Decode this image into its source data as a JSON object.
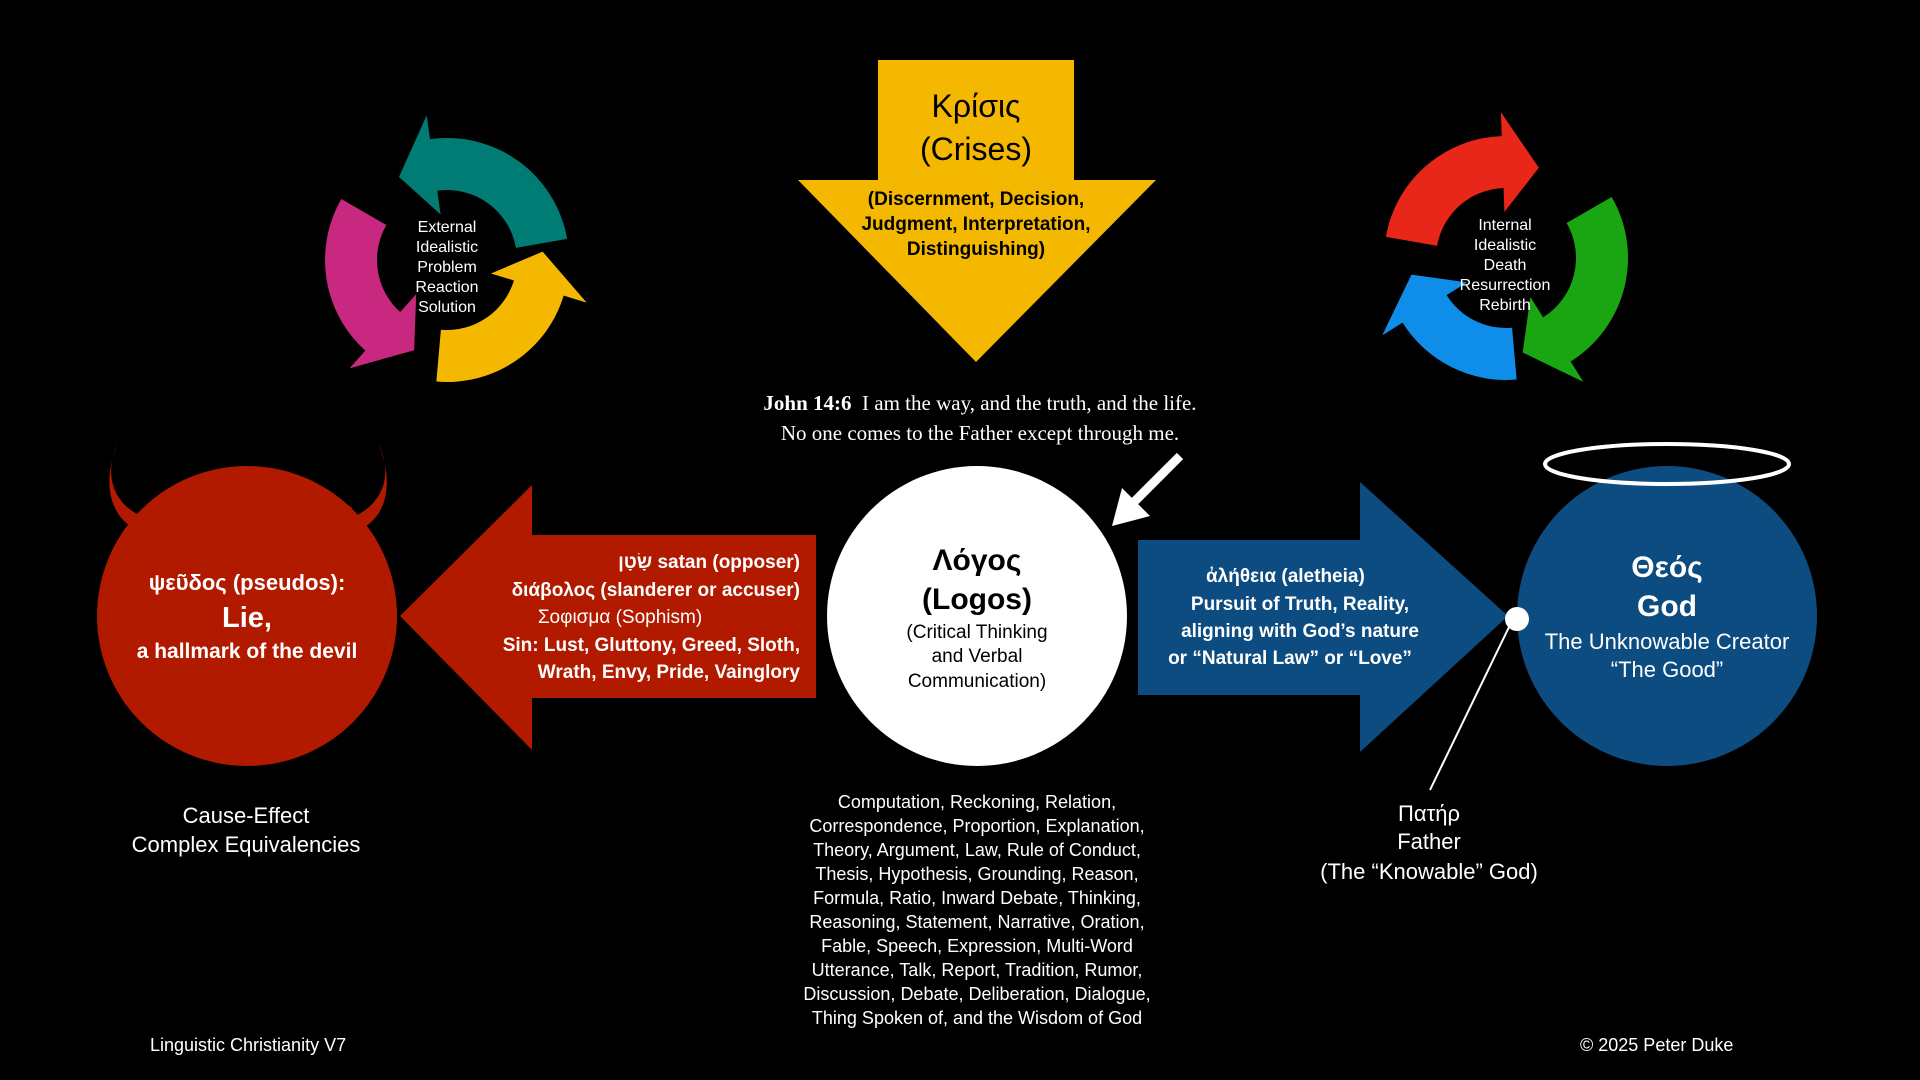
{
  "crisis": {
    "greek": "Κρίσις",
    "english": "(Crises)",
    "desc": [
      "(Discernment, Decision,",
      "Judgment, Interpretation,",
      "Distinguishing)"
    ]
  },
  "left_cycle": {
    "lines": [
      "External",
      "Idealistic",
      "Problem",
      "Reaction",
      "Solution"
    ],
    "colors": [
      "#007c74",
      "#c8287f",
      "#f5b800"
    ]
  },
  "right_cycle": {
    "lines": [
      "Internal",
      "Idealistic",
      "Death",
      "Resurrection",
      "Rebirth"
    ],
    "colors": [
      "#e8261a",
      "#1aa512",
      "#0e8ee8"
    ]
  },
  "scripture": {
    "reference": "John 14:6",
    "line1": "I am the way, and the truth, and the life.",
    "line2": "No one comes to the Father except through me."
  },
  "devil": {
    "line1": "ψεῦδος (pseudos):",
    "line2": "Lie,",
    "line3": "a hallmark of the devil",
    "color": "#b21a00"
  },
  "left_arrow": {
    "lines": [
      "שָׂטָן satan (opposer)",
      "διάβολος (slanderer or accuser)",
      "Σοφισμα (Sophism)",
      "Sin: Lust, Gluttony, Greed, Sloth,",
      "Wrath, Envy, Pride, Vainglory"
    ]
  },
  "logos": {
    "greek": "Λόγος",
    "english": "(Logos)",
    "desc": [
      "(Critical Thinking",
      "and Verbal",
      "Communication)"
    ]
  },
  "right_arrow": {
    "lines": [
      "ἀλήθεια (aletheia)",
      "Pursuit of Truth, Reality,",
      "aligning with God’s nature",
      "or “Natural Law” or “Love”"
    ],
    "color": "#0d4c80"
  },
  "god": {
    "greek": "Θεός",
    "english": "God",
    "line1": "The Unknowable Creator",
    "line2": "“The Good”",
    "color": "#0d4c80"
  },
  "cause_effect": {
    "line1": "Cause-Effect",
    "line2": "Complex Equivalencies"
  },
  "father": {
    "line1": "Πατήρ",
    "line2": "Father",
    "line3": "(The “Knowable” God)"
  },
  "logos_meanings": [
    "Computation, Reckoning, Relation,",
    "Correspondence, Proportion, Explanation,",
    "Theory, Argument, Law, Rule of Conduct,",
    "Thesis, Hypothesis, Grounding, Reason,",
    "Formula, Ratio, Inward Debate, Thinking,",
    "Reasoning, Statement, Narrative, Oration,",
    "Fable, Speech, Expression, Multi-Word",
    "Utterance, Talk, Report, Tradition, Rumor,",
    "Discussion, Debate, Deliberation, Dialogue,",
    "Thing Spoken of, and the Wisdom of God"
  ],
  "footer": {
    "left": "Linguistic Christianity V7",
    "right": "© 2025 Peter Duke"
  },
  "colors": {
    "crisis_arrow": "#f5b800",
    "left_arrow": "#b21a00"
  }
}
